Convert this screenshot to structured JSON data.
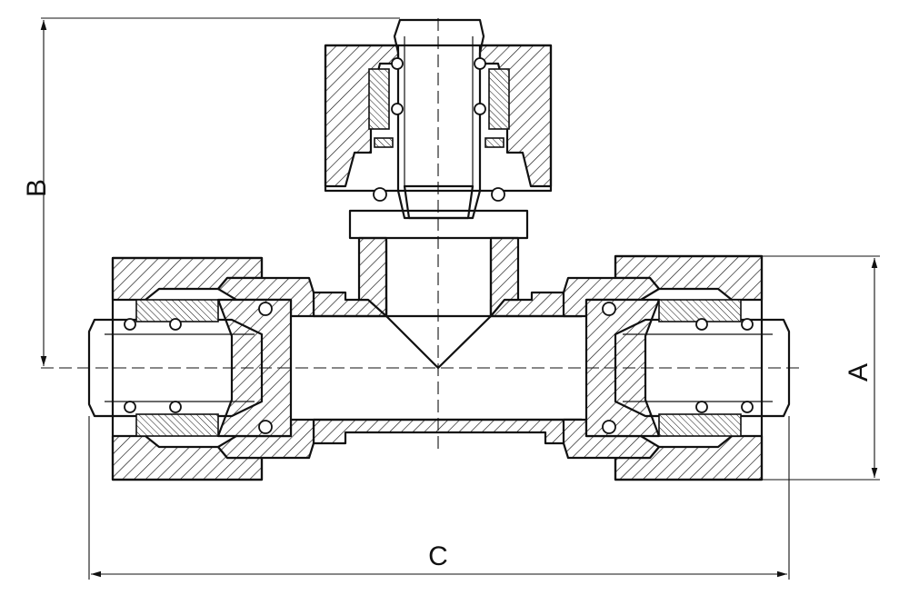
{
  "dimensions": {
    "a_label": "A",
    "b_label": "B",
    "c_label": "C"
  },
  "colors": {
    "stroke": "#111111",
    "background": "#ffffff"
  }
}
